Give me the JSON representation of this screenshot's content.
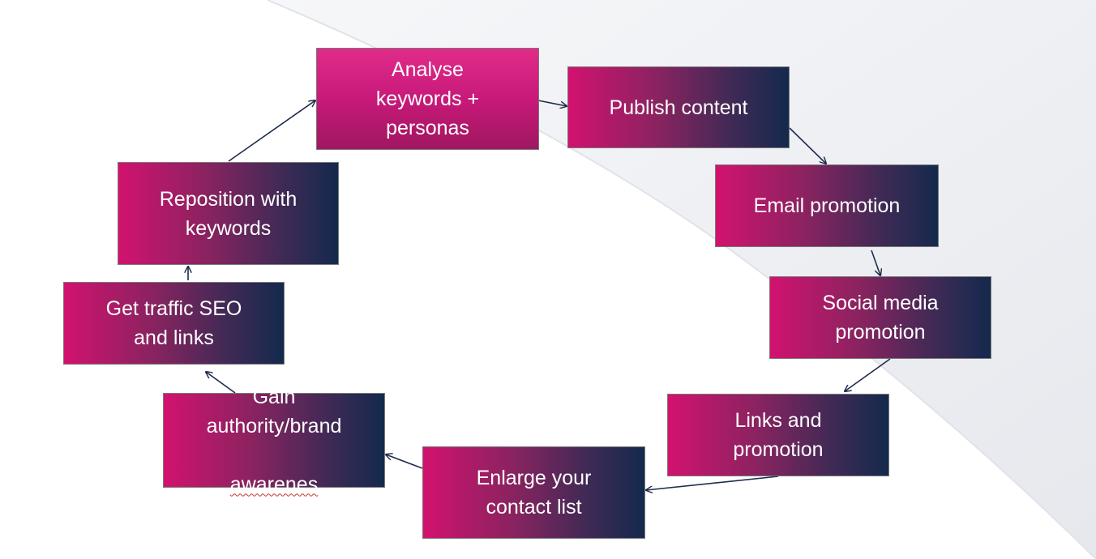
{
  "diagram": {
    "nodes": [
      {
        "id": "analyse",
        "label": "Analyse\nkeywords +\npersonas"
      },
      {
        "id": "publish",
        "label": "Publish content"
      },
      {
        "id": "email",
        "label": "Email promotion"
      },
      {
        "id": "social",
        "label": "Social media\npromotion"
      },
      {
        "id": "links",
        "label": "Links and\npromotion"
      },
      {
        "id": "enlarge",
        "label": "Enlarge your\ncontact list"
      },
      {
        "id": "gain",
        "label_main": "Gain\nauthority/brand",
        "label_misspelled": "awarenes"
      },
      {
        "id": "traffic",
        "label": "Get traffic SEO\nand links"
      },
      {
        "id": "reposition",
        "label": "Reposition with\nkeywords"
      }
    ],
    "edges": [
      {
        "from": "analyse",
        "to": "publish"
      },
      {
        "from": "publish",
        "to": "email"
      },
      {
        "from": "email",
        "to": "social"
      },
      {
        "from": "social",
        "to": "links"
      },
      {
        "from": "links",
        "to": "enlarge"
      },
      {
        "from": "enlarge",
        "to": "gain"
      },
      {
        "from": "gain",
        "to": "traffic"
      },
      {
        "from": "traffic",
        "to": "reposition"
      },
      {
        "from": "reposition",
        "to": "analyse"
      }
    ],
    "colors": {
      "gradient_pink": "#d2126f",
      "gradient_navy": "#14294d",
      "start_pink": "#e02c89",
      "arrow": "#1f2b4d",
      "background_swoosh": "#eef0f3"
    }
  }
}
